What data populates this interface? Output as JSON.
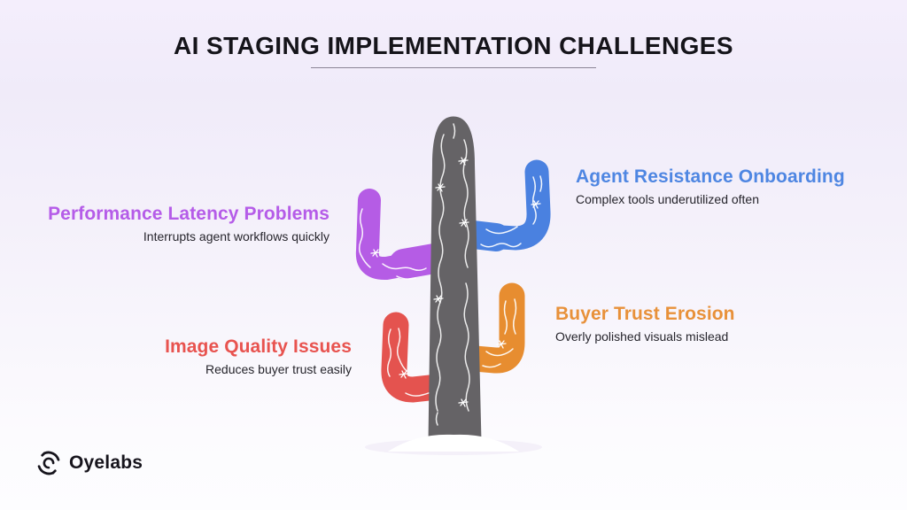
{
  "title": {
    "text": "AI STAGING IMPLEMENTATION CHALLENGES"
  },
  "items": [
    {
      "id": "performance-latency",
      "label": "Performance Latency Problems",
      "description": "Interrupts agent workflows quickly",
      "color": "#b55ce8",
      "side": "left",
      "arm": "top-left"
    },
    {
      "id": "agent-resistance",
      "label": "Agent Resistance Onboarding",
      "description": "Complex tools underutilized often",
      "color": "#4e86e2",
      "side": "right",
      "arm": "top-right"
    },
    {
      "id": "image-quality",
      "label": "Image Quality Issues",
      "description": "Reduces buyer trust easily",
      "color": "#e8534f",
      "side": "left",
      "arm": "bottom-left"
    },
    {
      "id": "buyer-trust",
      "label": "Buyer Trust Erosion",
      "description": "Overly polished visuals mislead",
      "color": "#e8913a",
      "side": "right",
      "arm": "bottom-right"
    }
  ],
  "illustration": {
    "type": "cactus",
    "trunk_color": "#656366",
    "arm_colors": {
      "top_left": "#b55ce5",
      "top_right": "#4a81e0",
      "bottom_left": "#e4534f",
      "bottom_right": "#e78d30"
    },
    "detail_color": "#ffffff"
  },
  "background": {
    "gradient_top": "#f4eefc",
    "gradient_bottom": "#fdfdff"
  },
  "brand": {
    "name": "Oyelabs",
    "icon": "oyelabs-cycle-icon",
    "color": "#16141c"
  }
}
